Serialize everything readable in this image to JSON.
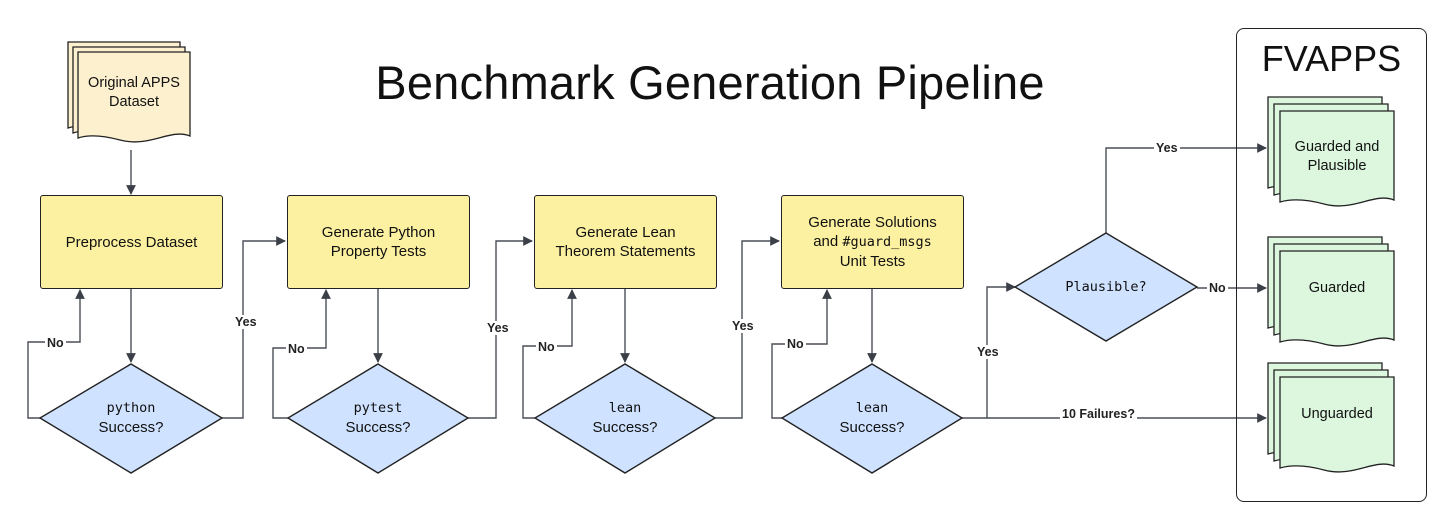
{
  "title": "Benchmark Generation Pipeline",
  "source_doc": {
    "label": "Original APPS Dataset"
  },
  "steps": [
    {
      "label": "Preprocess Dataset"
    },
    {
      "label": "Generate Python Property Tests"
    },
    {
      "label": "Generate Lean Theorem Statements"
    },
    {
      "label_pre": "Generate Solutions",
      "label_mid_a": "and ",
      "label_mid_code": "#guard_msgs",
      "label_post": "Unit Tests"
    }
  ],
  "checks": [
    {
      "code": "python",
      "text": "Success?"
    },
    {
      "code": "pytest",
      "text": "Success?"
    },
    {
      "code": "lean",
      "text": "Success?"
    },
    {
      "code": "lean",
      "text": "Success?"
    }
  ],
  "plausible_check": {
    "code": "Plausible?"
  },
  "edges": {
    "yes": "Yes",
    "no": "No",
    "failures": "10 Failures?"
  },
  "fvapps": {
    "title": "FVAPPS",
    "outputs": [
      {
        "label": "Guarded and Plausible"
      },
      {
        "label": "Guarded"
      },
      {
        "label": "Unguarded"
      }
    ]
  },
  "colors": {
    "step": "#fcf1a0",
    "decision": "#cfe2ff",
    "output": "#dcf7de",
    "source": "#fdf0cf",
    "line": "#4a4f57"
  }
}
